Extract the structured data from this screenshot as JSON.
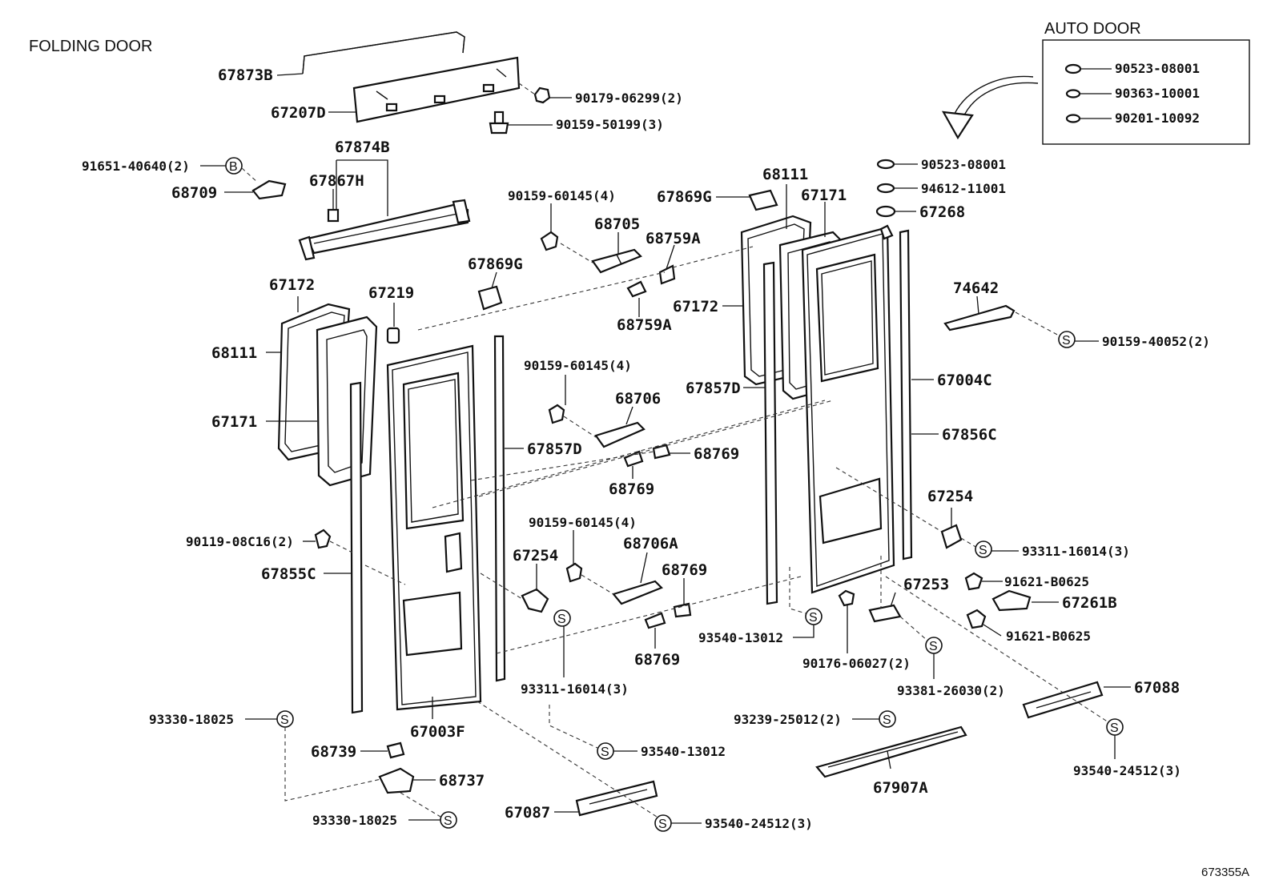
{
  "titles": {
    "folding_door": "FOLDING DOOR",
    "auto_door": "AUTO DOOR",
    "drawing_code": "673355A"
  },
  "symbols": {
    "s": "S",
    "b": "B"
  },
  "auto_door_parts": [
    "90523-08001",
    "90363-10001",
    "90201-10092"
  ],
  "part_labels": {
    "p67873B": "67873B",
    "p67207D": "67207D",
    "p90179_06299": "90179-06299(2)",
    "p90159_50199": "90159-50199(3)",
    "p67874B": "67874B",
    "p91651_40640": "91651-40640(2)",
    "p68709": "68709",
    "p67867H": "67867H",
    "p90159_60145_a": "90159-60145(4)",
    "p68705": "68705",
    "p68759A_a": "68759A",
    "p68759A_b": "68759A",
    "p67869G_a": "67869G",
    "p67869G_b": "67869G",
    "p67172_l": "67172",
    "p67219": "67219",
    "p68111_l": "68111",
    "p67171_l": "67171",
    "p90159_60145_b": "90159-60145(4)",
    "p68706": "68706",
    "p67857D_l": "67857D",
    "p68769_a": "68769",
    "p68769_b": "68769",
    "p90159_60145_c": "90159-60145(4)",
    "p68706A": "68706A",
    "p67254_l": "67254",
    "p68769_c": "68769",
    "p68769_d": "68769",
    "p90119_08C16": "90119-08C16(2)",
    "p67855C": "67855C",
    "p93311_16014_l": "93311-16014(3)",
    "p67003F": "67003F",
    "p93330_18025_a": "93330-18025",
    "p68739": "68739",
    "p68737": "68737",
    "p93330_18025_b": "93330-18025",
    "p93540_13012_l": "93540-13012",
    "p67087": "67087",
    "p93540_24512_l": "93540-24512(3)",
    "p68111_r": "68111",
    "p67171_r": "67171",
    "p67172_r": "67172",
    "p67857D_r": "67857D",
    "p90523_08001": "90523-08001",
    "p94612_11001": "94612-11001",
    "p67268": "67268",
    "p74642": "74642",
    "p90159_40052": "90159-40052(2)",
    "p67004C": "67004C",
    "p67856C": "67856C",
    "p67254_r": "67254",
    "p93311_16014_r": "93311-16014(3)",
    "p91621_B0625_a": "91621-B0625",
    "p67261B": "67261B",
    "p91621_B0625_b": "91621-B0625",
    "p67253": "67253",
    "p93540_13012_r": "93540-13012",
    "p90176_06027": "90176-06027(2)",
    "p93381_26030": "93381-26030(2)",
    "p67088": "67088",
    "p93239_25012": "93239-25012(2)",
    "p67907A": "67907A",
    "p93540_24512_r": "93540-24512(3)"
  }
}
